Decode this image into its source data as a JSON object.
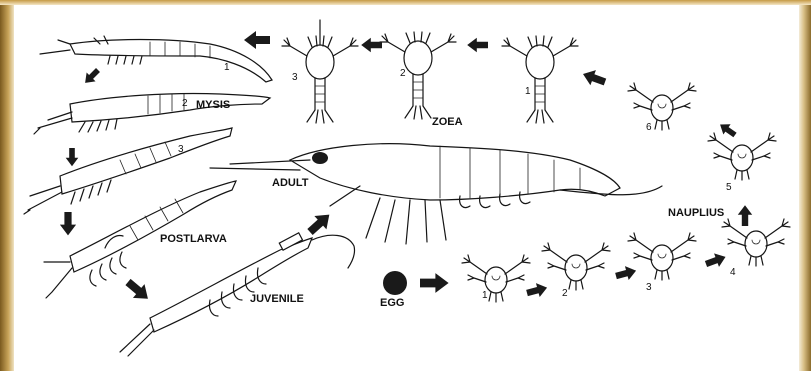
{
  "colors": {
    "ink": "#151515",
    "frame": "#c9a55a",
    "background": "#ffffff"
  },
  "labels": {
    "mysis": "MYSIS",
    "zoea": "ZOEA",
    "adult": "ADULT",
    "nauplius": "NAUPLIUS",
    "postlarva": "POSTLARVA",
    "juvenile": "JUVENILE",
    "egg": "EGG"
  },
  "stage_numbers": {
    "mysis": [
      "1",
      "2",
      "3"
    ],
    "zoea": [
      "1",
      "2",
      "3"
    ],
    "nauplius": [
      "1",
      "2",
      "3",
      "4",
      "5",
      "6"
    ]
  },
  "icons": {
    "arrow": "arrow-icon",
    "egg": "egg-icon"
  }
}
